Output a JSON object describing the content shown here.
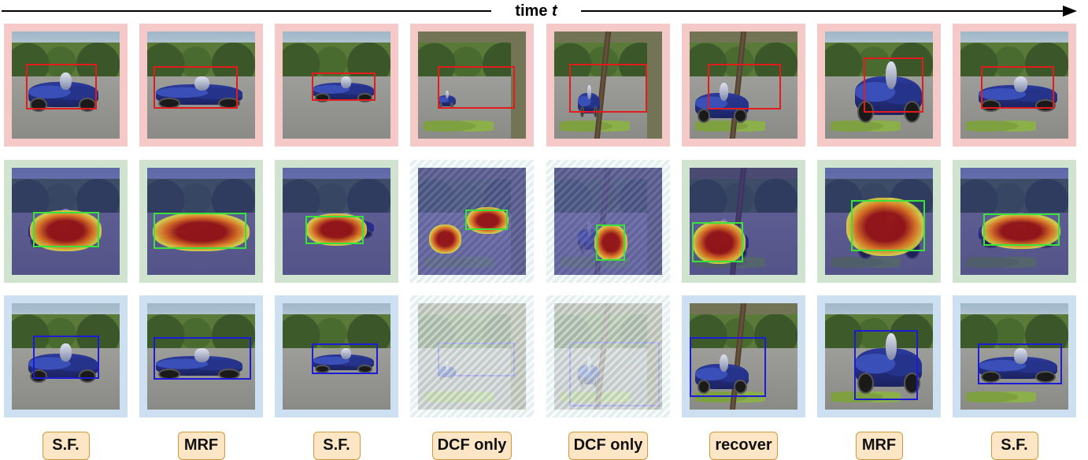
{
  "axis": {
    "label_main": "time ",
    "label_var": "t"
  },
  "colors": {
    "row_tracking_bg": "#f6c9c9",
    "row_heatmap_bg": "#cfe3cf",
    "row_recovery_bg": "#cde0f2",
    "box_tracking": "#e21c1c",
    "box_heatmap": "#3ce23c",
    "box_recovery": "#1c1cd6",
    "label_bg": "#fde6c6",
    "label_border": "#d09a3a"
  },
  "columns": [
    {
      "label": "S.F.",
      "occluded": false
    },
    {
      "label": "MRF",
      "occluded": false
    },
    {
      "label": "S.F.",
      "occluded": false
    },
    {
      "label": "DCF only",
      "occluded": true
    },
    {
      "label": "DCF only",
      "occluded": true
    },
    {
      "label": "recover",
      "occluded": false
    },
    {
      "label": "MRF",
      "occluded": false
    },
    {
      "label": "S.F.",
      "occluded": false
    }
  ]
}
